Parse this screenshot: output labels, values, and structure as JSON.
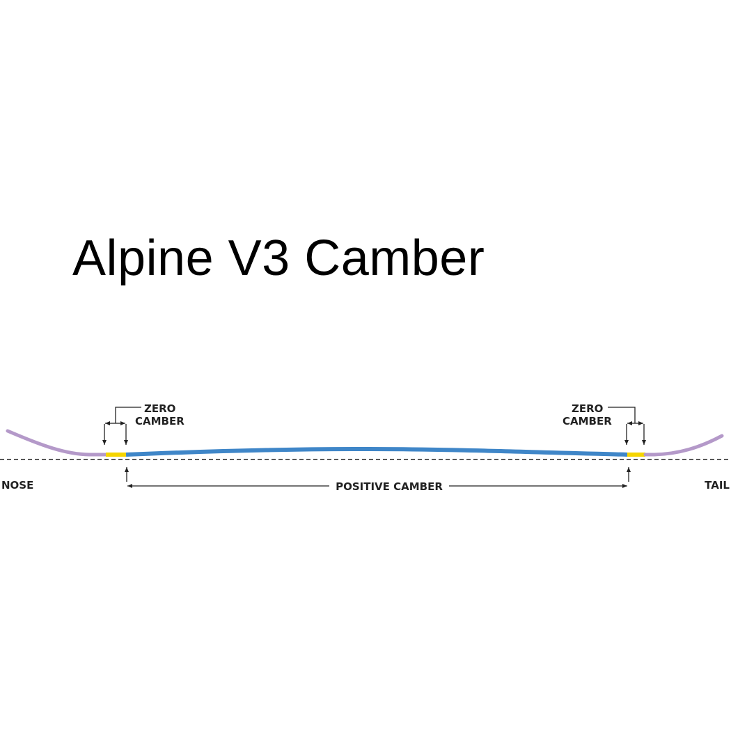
{
  "title": "Alpine V3 Camber",
  "labels": {
    "nose": "NOSE",
    "tail": "TAIL",
    "zero_camber_left": [
      "ZERO",
      "CAMBER"
    ],
    "zero_camber_right": [
      "ZERO",
      "CAMBER"
    ],
    "positive_camber": "POSITIVE CAMBER"
  },
  "colors": {
    "rocker": "#b499c9",
    "zero_camber": "#f5d400",
    "positive_camber": "#3f86c8",
    "annotation": "#222222"
  }
}
